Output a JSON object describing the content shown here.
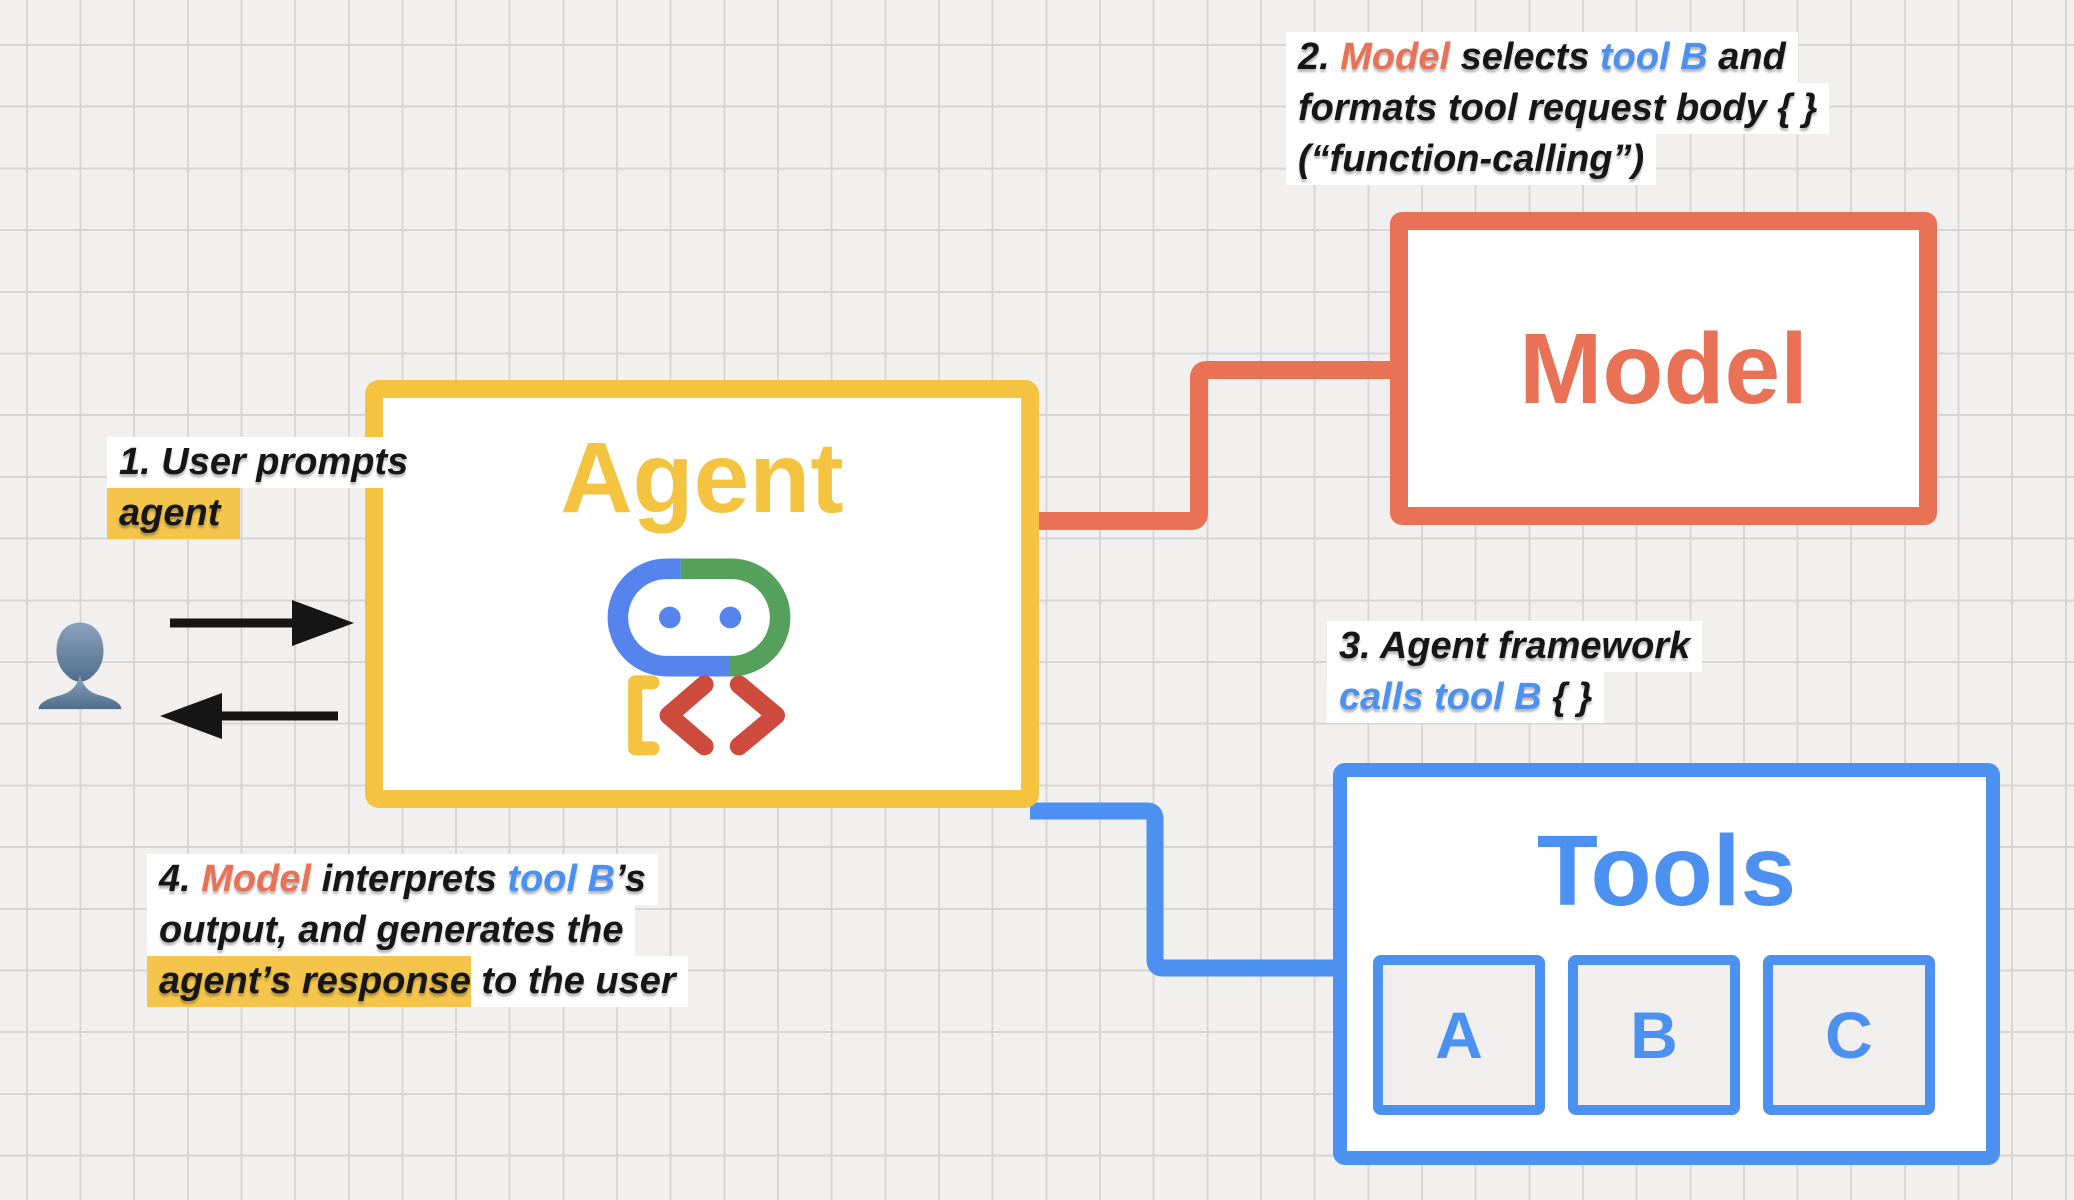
{
  "colors": {
    "bg": "#F1F0EF",
    "grid": "#D7D6D5",
    "yellow": "#F4C440",
    "red": "#E87156",
    "blue": "#4C90F0",
    "ink": "#161616",
    "highlight": "#F4C54A",
    "robot_blue": "#5584EC",
    "robot_green": "#55A15C",
    "chevron_red": "#CC4B3D",
    "user_top": "#8BA2BC",
    "user_bottom": "#4F6E8C",
    "subbox_fill": "#F0EFEE"
  },
  "icons": {
    "user": "user-silhouette-icon",
    "robot": "agent-robot-icon",
    "arrow_right": "arrow-right-icon",
    "arrow_left": "arrow-left-icon"
  },
  "diagram": {
    "agent": {
      "title": "Agent"
    },
    "model": {
      "title": "Model"
    },
    "tools": {
      "title": "Tools",
      "items": [
        {
          "label": "A"
        },
        {
          "label": "B"
        },
        {
          "label": "C"
        }
      ]
    }
  },
  "annotations": {
    "step1": {
      "lines": [
        {
          "segments": [
            {
              "text": "1. User prompts"
            }
          ]
        },
        {
          "highlight": true,
          "segments": [
            {
              "text": "agent"
            }
          ]
        }
      ]
    },
    "step2": {
      "lines": [
        {
          "segments": [
            {
              "text": "2. "
            },
            {
              "text": "Model",
              "style": "red"
            },
            {
              "text": " selects "
            },
            {
              "text": "tool B",
              "style": "blue"
            },
            {
              "text": " and"
            }
          ]
        },
        {
          "segments": [
            {
              "text": "formats tool request body { }"
            }
          ]
        },
        {
          "segments": [
            {
              "text": "(“function-calling”)"
            }
          ]
        }
      ]
    },
    "step3": {
      "lines": [
        {
          "segments": [
            {
              "text": "3. Agent framework"
            }
          ]
        },
        {
          "segments": [
            {
              "text": "calls tool B",
              "style": "blue"
            },
            {
              "text": " { }"
            }
          ]
        }
      ]
    },
    "step4": {
      "lines": [
        {
          "segments": [
            {
              "text": "4. "
            },
            {
              "text": "Model",
              "style": "red"
            },
            {
              "text": " interprets "
            },
            {
              "text": "tool B",
              "style": "blue"
            },
            {
              "text": "’s"
            }
          ]
        },
        {
          "segments": [
            {
              "text": "output, and generates the"
            }
          ]
        },
        {
          "segments": [
            {
              "text": "agent’s response",
              "highlight": true
            },
            {
              "text": " to the user"
            }
          ]
        }
      ]
    }
  }
}
